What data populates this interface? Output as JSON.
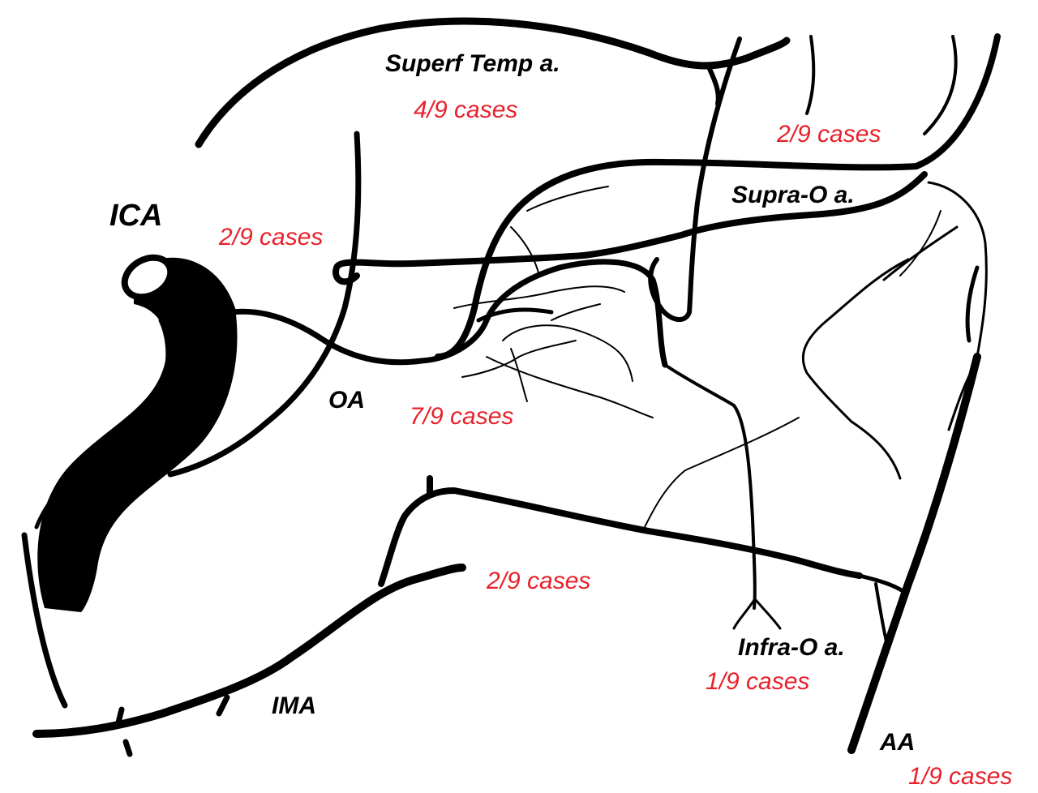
{
  "labels": {
    "superf_temp": "Superf Temp a.",
    "superf_temp_cases": "4/9 cases",
    "upper_right_cases": "2/9 cases",
    "supra_o": "Supra-O a.",
    "ica": "ICA",
    "oa_cases": "2/9 cases",
    "oa": "OA",
    "central_cases": "7/9 cases",
    "ima_cases": "2/9 cases",
    "infra_o": "Infra-O a.",
    "infra_o_cases": "1/9 cases",
    "ima": "IMA",
    "aa": "AA",
    "aa_cases": "1/9 cases"
  },
  "colors": {
    "vessel": "#000000",
    "annotation": "#e8202a",
    "background": "#ffffff"
  }
}
